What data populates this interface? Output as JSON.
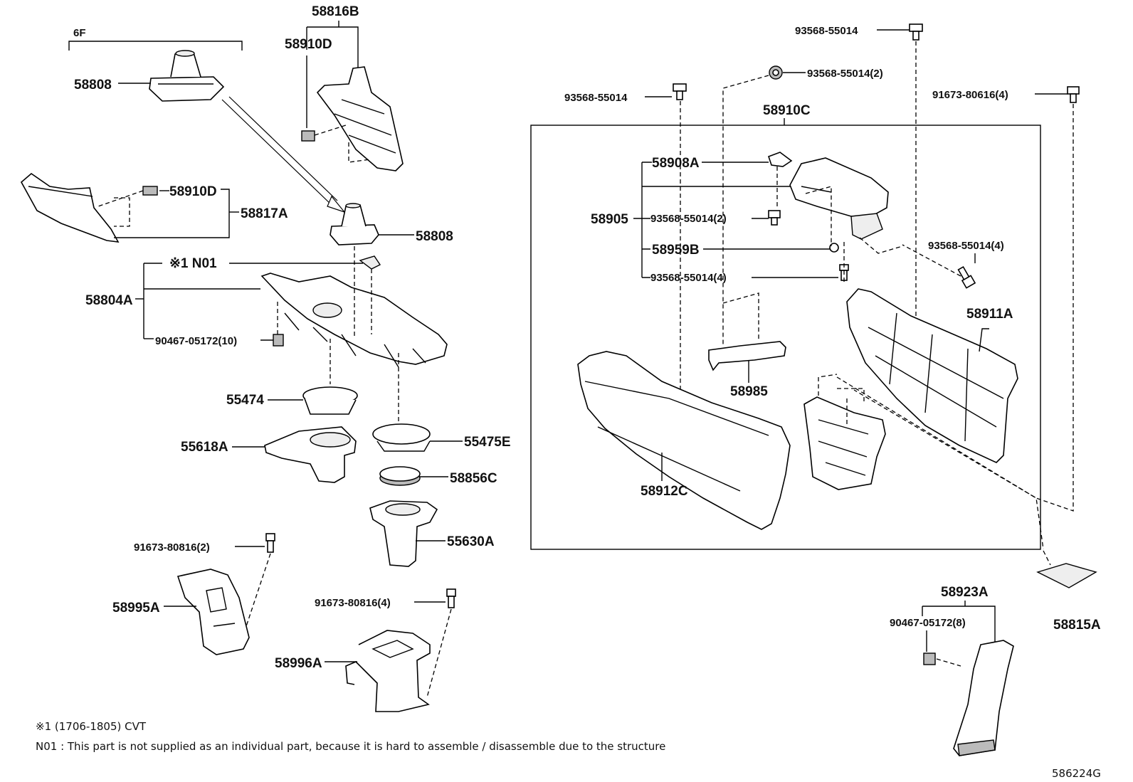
{
  "labels": {
    "l_6f": "6F",
    "l_58816b": "58816B",
    "l_58910d_top": "58910D",
    "l_58808_top": "58808",
    "l_58910d_mid": "58910D",
    "l_58817a": "58817A",
    "l_58808_mid": "58808",
    "l_n01": "※1 N01",
    "l_58804a": "58804A",
    "l_90467_10": "90467-05172(10)",
    "l_55474": "55474",
    "l_55618a": "55618A",
    "l_55475e": "55475E",
    "l_58856c": "58856C",
    "l_55630a": "55630A",
    "l_91673_2": "91673-80816(2)",
    "l_58995a": "58995A",
    "l_91673_4": "91673-80816(4)",
    "l_58996a": "58996A",
    "l_93568_top": "93568-55014",
    "l_93568_2_top": "93568-55014(2)",
    "l_93568_left": "93568-55014",
    "l_91673_80616": "91673-80616(4)",
    "l_58910c": "58910C",
    "l_58908a": "58908A",
    "l_58905": "58905",
    "l_93568_2_mid": "93568-55014(2)",
    "l_58959b": "58959B",
    "l_93568_4_mid": "93568-55014(4)",
    "l_93568_4_right": "93568-55014(4)",
    "l_58911a": "58911A",
    "l_58985": "58985",
    "l_58912c": "58912C",
    "l_58923a": "58923A",
    "l_90467_8": "90467-05172(8)",
    "l_58815a": "58815A"
  },
  "notes": {
    "note1": "※1 (1706-1805) CVT",
    "note2": "N01 : This part is not supplied as an individual part, because it is hard to assemble / disassemble due to the structure",
    "diagram_code": "586224G"
  }
}
